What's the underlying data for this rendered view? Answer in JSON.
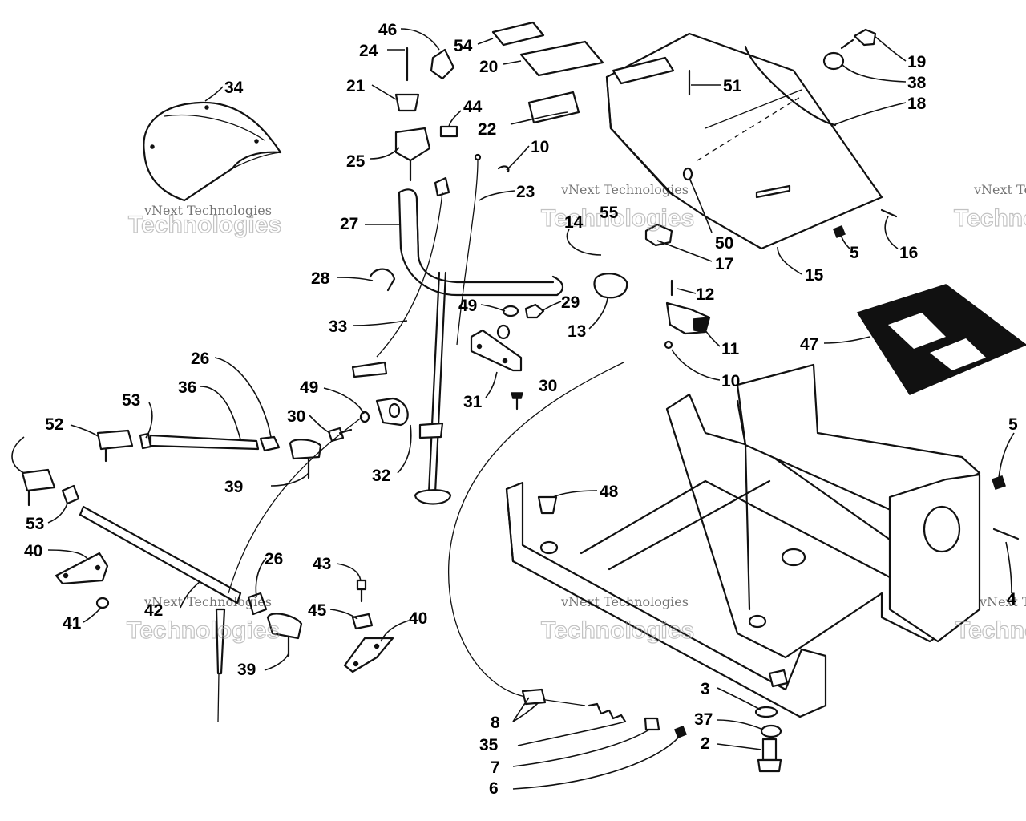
{
  "callouts": [
    "46",
    "24",
    "54",
    "20",
    "21",
    "44",
    "22",
    "34",
    "25",
    "10",
    "23",
    "27",
    "14",
    "55",
    "51",
    "19",
    "38",
    "18",
    "50",
    "17",
    "5",
    "16",
    "15",
    "28",
    "33",
    "49",
    "29",
    "13",
    "12",
    "11",
    "47",
    "10",
    "26",
    "36",
    "53",
    "52",
    "49",
    "30",
    "31",
    "30",
    "32",
    "39",
    "53",
    "40",
    "41",
    "42",
    "26",
    "43",
    "45",
    "40",
    "39",
    "48",
    "5",
    "4",
    "3",
    "37",
    "2",
    "8",
    "35",
    "7",
    "6"
  ],
  "watermark": {
    "line1": "vNext Technologies",
    "line2": "Technologies"
  }
}
